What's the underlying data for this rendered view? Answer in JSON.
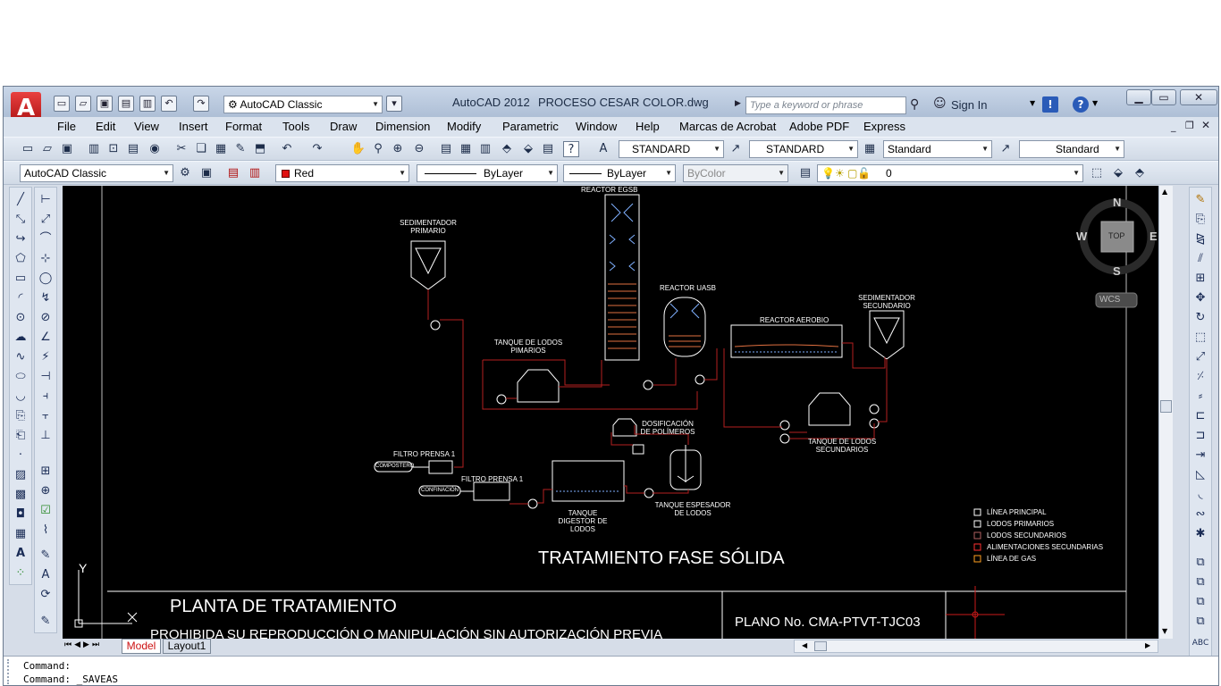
{
  "window": {
    "workspace": "AutoCAD Classic",
    "app_title": "AutoCAD 2012",
    "file_name": "PROCESO CESAR COLOR.dwg",
    "search_placeholder": "Type a keyword or phrase",
    "sign_in": "Sign In",
    "app_logo": "A"
  },
  "menu": [
    "File",
    "Edit",
    "View",
    "Insert",
    "Format",
    "Tools",
    "Draw",
    "Dimension",
    "Modify",
    "Parametric",
    "Window",
    "Help",
    "Marcas de Acrobat",
    "Adobe PDF",
    "Express"
  ],
  "styles": {
    "text_style": "STANDARD",
    "dim_style": "STANDARD",
    "table_style": "Standard",
    "mleader_style": "Standard"
  },
  "properties": {
    "workspace": "AutoCAD Classic",
    "color": "Red",
    "linetype": "ByLayer",
    "lineweight": "ByLayer",
    "plotstyle": "ByColor",
    "layer": "0"
  },
  "viewcube": {
    "n": "N",
    "s": "S",
    "e": "E",
    "w": "W",
    "face": "TOP",
    "wcs": "WCS"
  },
  "ucs": {
    "y": "Y",
    "x": "X"
  },
  "drawing": {
    "labels": {
      "reactor_egsb": "REACTOR EGSB",
      "sed_primario": "SEDIMENTADOR PRIMARIO",
      "reactor_uasb": "REACTOR UASB",
      "reactor_aerobio": "REACTOR AEROBIO",
      "sed_secundario": "SEDIMENTADOR SECUNDARIO",
      "tanque_lodos_primarios": "TANQUE DE LODOS PIMARIOS",
      "dosificacion": "DOSIFICACIÓN DE POLÍMEROS",
      "tanque_lodos_secundarios": "TANQUE DE LODOS SECUNDARIOS",
      "filtro_prensa_1a": "FILTRO PRENSA 1",
      "filtro_prensa_1b": "FILTRO PRENSA 1",
      "compostero": "COMPOSTERO",
      "confinacion": "CONFINACIÓN",
      "tanque_digestor": "TANQUE DIGESTOR DE LODOS",
      "tanque_espesador": "TANQUE ESPESADOR DE LODOS"
    },
    "legend": [
      "LÍNEA PRINCIPAL",
      "LODOS PRIMARIOS",
      "LODOS SECUNDARIOS",
      "ALIMENTACIONES SECUNDARIAS",
      "LÍNEA DE GAS"
    ],
    "legend_colors": [
      "#ffffff",
      "#ffffff",
      "#ffffff",
      "#ff3030",
      "#ffa020"
    ],
    "heading": "TRATAMIENTO FASE SÓLIDA",
    "titleblock": {
      "plant": "PLANTA DE TRATAMIENTO",
      "warning": "PROHIBIDA SU REPRODUCCIÓN O MANIPULACIÓN SIN AUTORIZACIÓN PREVIA",
      "plano": "PLANO No. CMA-PTVT-TJC03"
    }
  },
  "layout_tabs": [
    "Model",
    "Layout1"
  ],
  "command_lines": [
    "Command:",
    "Command: _SAVEAS"
  ],
  "colors": {
    "accent_red": "#cc1111",
    "canvas": "#000000",
    "pipe_red": "#b32020"
  }
}
